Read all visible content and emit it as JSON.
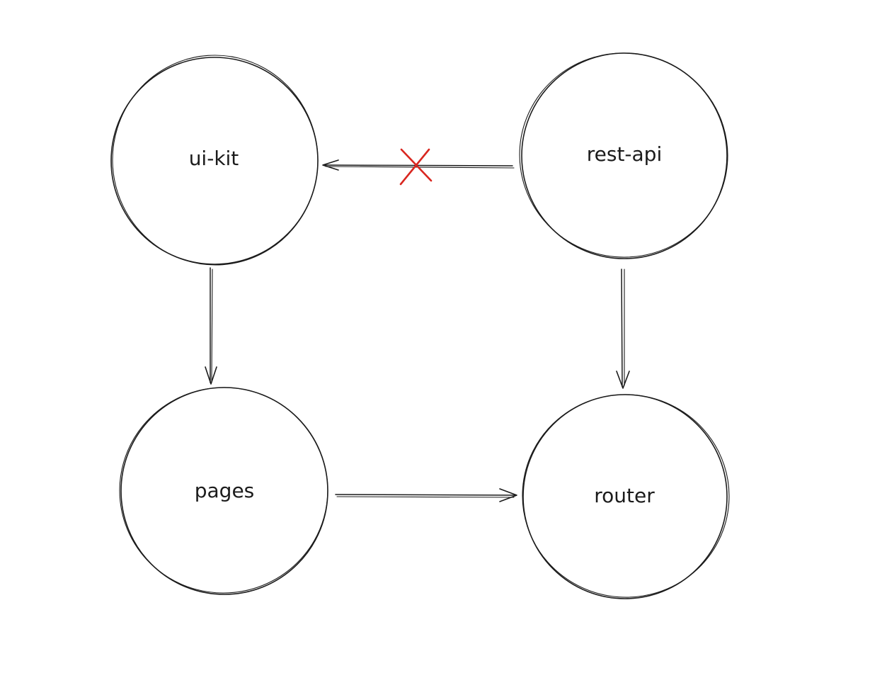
{
  "nodes": [
    {
      "id": "ui-kit",
      "label": "ui-kit"
    },
    {
      "id": "rest-api",
      "label": "rest-api"
    },
    {
      "id": "pages",
      "label": "pages"
    },
    {
      "id": "router",
      "label": "router"
    }
  ],
  "edges": [
    {
      "from": "rest-api",
      "to": "ui-kit",
      "blocked": true
    },
    {
      "from": "ui-kit",
      "to": "pages",
      "blocked": false
    },
    {
      "from": "rest-api",
      "to": "router",
      "blocked": false
    },
    {
      "from": "pages",
      "to": "router",
      "blocked": false
    }
  ],
  "colors": {
    "stroke": "#1b1b1b",
    "blocked_marker": "#d9261f",
    "background": "#ffffff"
  }
}
